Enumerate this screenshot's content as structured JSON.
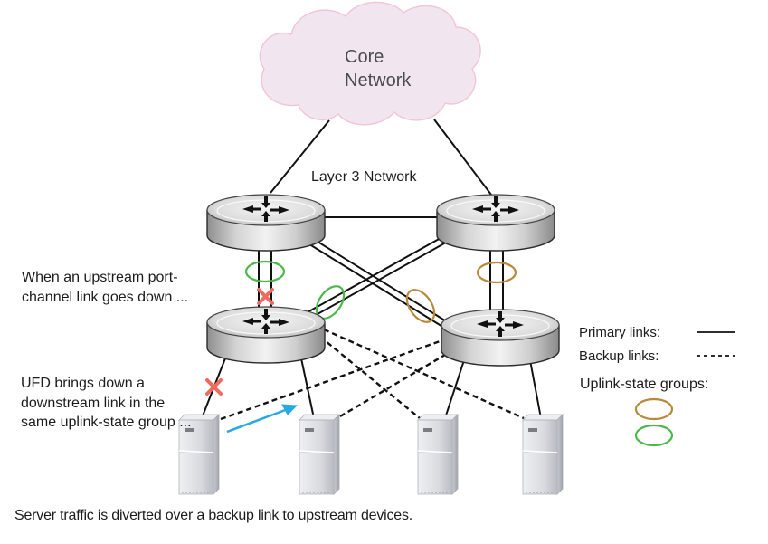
{
  "diagram": {
    "cloud": {
      "label_line1": "Core",
      "label_line2": "Network",
      "fill": "#f1e6f0",
      "stroke": "#f2c6d6"
    },
    "layer3_label": "Layer 3 Network",
    "notes": {
      "upstream": "When an upstream port-channel link goes down ...",
      "ufd": "UFD brings down a downstream link in the same uplink-state group ..."
    },
    "caption": "Server traffic is diverted over a backup link to upstream devices.",
    "legend": {
      "primary_label": "Primary links:",
      "backup_label": "Backup links:",
      "groups_label": "Uplink-state groups:",
      "group_colors": [
        "#b8893a",
        "#4cb84c"
      ]
    },
    "colors": {
      "link": "#111111",
      "failure_mark": "#ef6b5e",
      "traffic_arrow": "#29a9e1",
      "group_brown": "#b8893a",
      "group_green": "#4cb84c"
    },
    "nodes": {
      "core_routers": [
        "core-router-left",
        "core-router-right"
      ],
      "access_switches": [
        "access-switch-left",
        "access-switch-right"
      ],
      "servers": [
        "server-1",
        "server-2",
        "server-3",
        "server-4"
      ]
    },
    "status": {
      "failed_uplink": "access-switch-left to core-router-left",
      "disabled_downlink": "access-switch-left to server-1",
      "diverted_traffic": "server-1 backup link"
    }
  }
}
